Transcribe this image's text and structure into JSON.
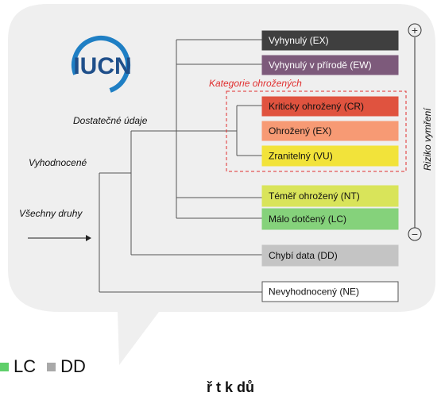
{
  "logo_text": "IUCN",
  "labels": {
    "vsechny": "Všechny druhy",
    "vyhodnocene": "Vyhodnocené",
    "dostatecne": "Dostatečné údaje",
    "kategorie": "Kategorie ohrožených",
    "riziko": "Riziko vymření",
    "plus": "+",
    "minus": "−"
  },
  "categories": [
    {
      "label": "Vyhynulý (EX)",
      "color": "#3f3f3f",
      "text_color": "#ffffff"
    },
    {
      "label": "Vyhynulý v přírodě (EW)",
      "color": "#7d5a7b",
      "text_color": "#ffffff"
    },
    {
      "label": "Kriticky ohrožený (CR)",
      "color": "#e0533f",
      "text_color": "#111111"
    },
    {
      "label": "Ohrožený (EX)",
      "color": "#f79a74",
      "text_color": "#111111"
    },
    {
      "label": "Zranitelný (VU)",
      "color": "#f2e33a",
      "text_color": "#111111"
    },
    {
      "label": "Téměř ohrožený (NT)",
      "color": "#d9e45a",
      "text_color": "#111111"
    },
    {
      "label": "Málo dotčený (LC)",
      "color": "#85d27b",
      "text_color": "#111111"
    },
    {
      "label": "Chybí data (DD)",
      "color": "#c4c4c4",
      "text_color": "#111111"
    },
    {
      "label": "Nevyhodnocený (NE)",
      "color": "#ffffff",
      "text_color": "#111111"
    }
  ],
  "legend": [
    {
      "label": "LC",
      "color": "#5fcf6a"
    },
    {
      "label": "DD",
      "color": "#a9a9a9"
    }
  ],
  "bottom_caption": "ř  t   k   dů"
}
